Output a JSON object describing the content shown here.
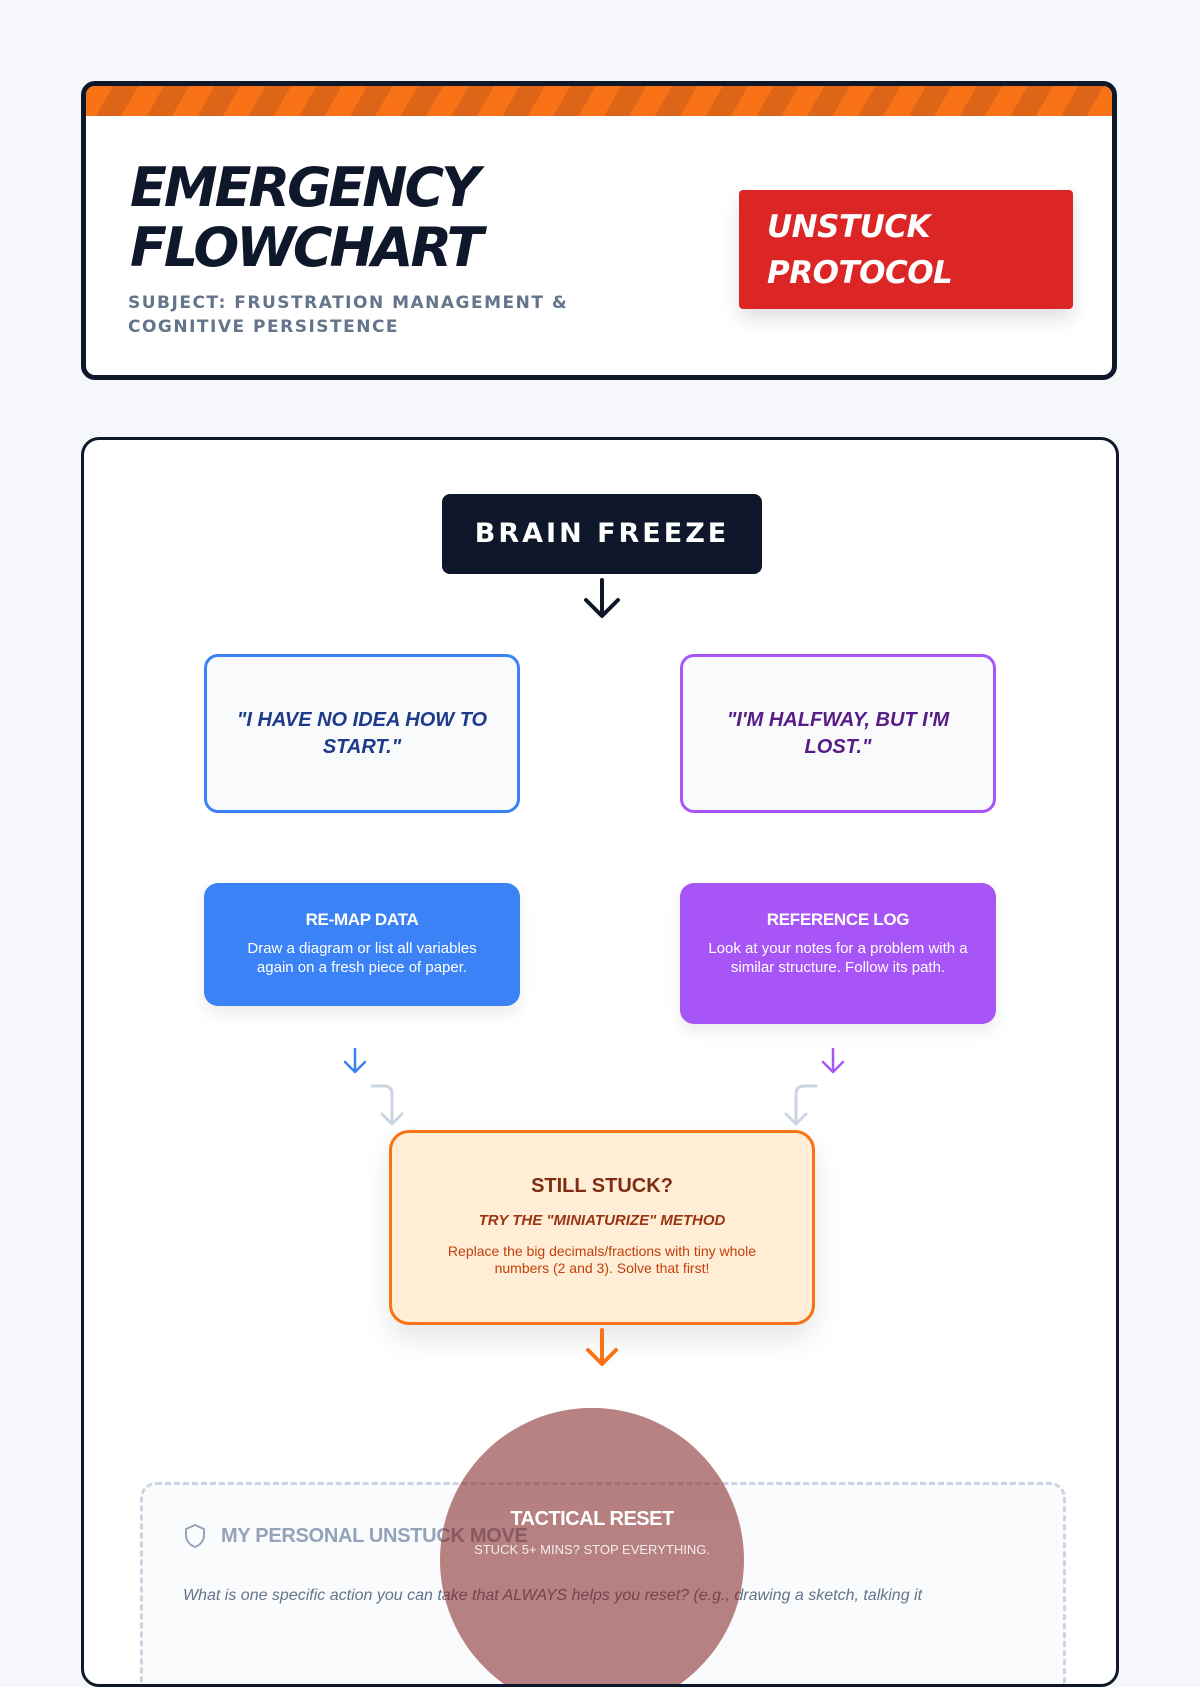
{
  "header": {
    "title_line1": "EMERGENCY",
    "title_line2": "FLOWCHART",
    "subject": "SUBJECT: FRUSTRATION MANAGEMENT & COGNITIVE PERSISTENCE",
    "badge_line1": "UNSTUCK",
    "badge_line2": "PROTOCOL"
  },
  "flow": {
    "start": "BRAIN FREEZE",
    "branches": [
      {
        "quote": "\"I HAVE NO IDEA HOW TO START.\"",
        "action_title": "RE-MAP DATA",
        "action_desc": "Draw a diagram or list all variables again on a fresh piece of paper."
      },
      {
        "quote": "\"I'M HALFWAY, BUT I'M LOST.\"",
        "action_title": "REFERENCE LOG",
        "action_desc": "Look at your notes for a problem with a similar structure. Follow its path."
      }
    ],
    "stuck": {
      "title": "STILL STUCK?",
      "method": "TRY THE \"MINIATURIZE\" METHOD",
      "desc": "Replace the big decimals/fractions with tiny whole numbers (2 and 3). Solve that first!"
    },
    "reset": {
      "title": "TACTICAL RESET",
      "sub": "STUCK 5+ MINS? STOP EVERYTHING."
    }
  },
  "personal": {
    "title": "MY PERSONAL UNSTUCK MOVE",
    "prompt": "What is one specific action you can take that ALWAYS helps you reset? (e.g., drawing a sketch, talking it"
  },
  "colors": {
    "accent_orange": "#f97316",
    "hazard_red": "#dc2626",
    "branch_blue": "#3b82f6",
    "branch_purple": "#a855f7",
    "reset_dark_red": "#7f1d1d"
  },
  "icons": [
    "arrow-down-icon",
    "shield-icon"
  ]
}
